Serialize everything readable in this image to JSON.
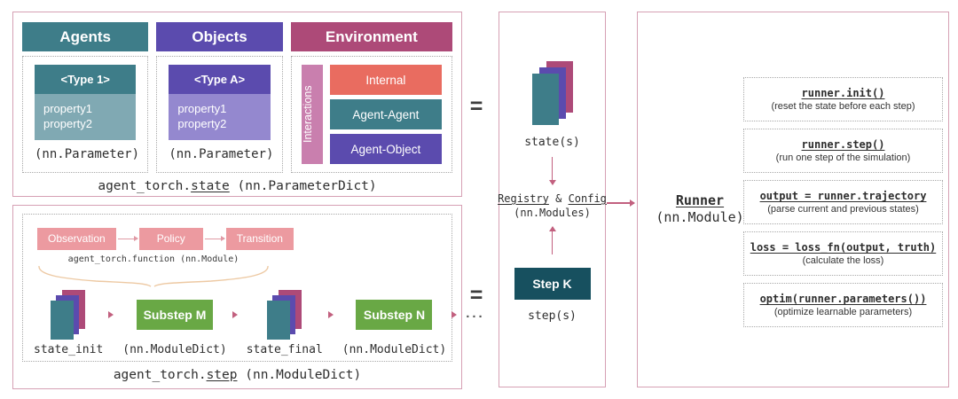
{
  "equals_sign": "=",
  "colors": {
    "panel_border": "#d6a0b4",
    "teal": "#3e7d89",
    "teal_light": "#80a9b3",
    "purple": "#5b4bae",
    "purple_light": "#9488cf",
    "berry": "#ad4a78",
    "pink_interactions": "#c97fae",
    "coral": "#e96c60",
    "salmon": "#ec9aa0",
    "green": "#69a845",
    "dark_teal": "#17505f",
    "arrow_rose": "#c2607f",
    "funnel_tan": "#edc9a3"
  },
  "state_panel": {
    "agents": {
      "header": "Agents",
      "type_label": "<Type 1>",
      "prop1": "property1",
      "prop2": "property2",
      "param_caption": "(nn.Parameter)"
    },
    "objects": {
      "header": "Objects",
      "type_label": "<Type A>",
      "prop1": "property1",
      "prop2": "property2",
      "param_caption": "(nn.Parameter)"
    },
    "environment": {
      "header": "Environment",
      "interactions_label": "Interactions",
      "items": [
        "Internal",
        "Agent-Agent",
        "Agent-Object"
      ]
    },
    "caption_prefix": "agent_torch.",
    "caption_link": "state",
    "caption_suffix": " (nn.ParameterDict)"
  },
  "step_panel": {
    "function_boxes": [
      "Observation",
      "Policy",
      "Transition"
    ],
    "function_caption": "agent_torch.function (nn.Module)",
    "state_init_label": "state_init",
    "substep_m": {
      "label": "Substep M",
      "caption": "(nn.ModuleDict)"
    },
    "state_final_label": "state_final",
    "substep_n": {
      "label": "Substep N",
      "caption": "(nn.ModuleDict)"
    },
    "ellipsis": "...",
    "caption_prefix": "agent_torch.",
    "caption_link": "step",
    "caption_suffix": " (nn.ModuleDict)"
  },
  "pipeline": {
    "states_label": "state(s)",
    "registry_label": "Registry",
    "amp": " & ",
    "config_label": "Config",
    "modules_caption": "(nn.Modules)",
    "step_box_label": "Step K",
    "steps_label": "step(s)"
  },
  "runner": {
    "title": "Runner",
    "subtitle": "(nn.Module)",
    "methods": [
      {
        "code": "runner.init()",
        "desc": "(reset the state before each step)"
      },
      {
        "code": "runner.step()",
        "desc": "(run one step of the simulation)"
      },
      {
        "code": "output = runner.trajectory",
        "desc": "(parse current and previous states)"
      },
      {
        "code": "loss = loss_fn(output, truth)",
        "desc": "(calculate the loss)"
      },
      {
        "code": "optim(runner.parameters())",
        "desc": "(optimize learnable parameters)"
      }
    ]
  }
}
